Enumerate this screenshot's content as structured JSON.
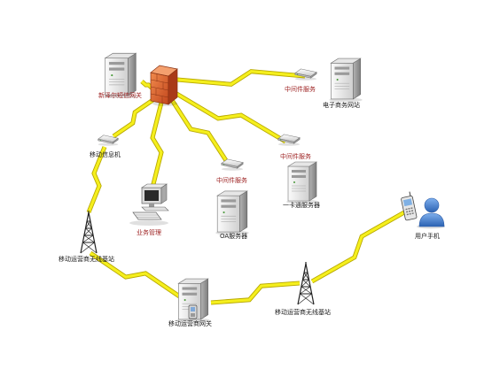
{
  "colors": {
    "bolt": "#f5ef1d",
    "bolt_edge": "#b8a800",
    "server_light": "#f2f2f2",
    "server_dark": "#8f8f8f",
    "firewall": "#d8582a",
    "label_red": "#9c1f1f",
    "label_dark": "#1a1a1a",
    "user_blue": "#3a78c9"
  },
  "nodes": {
    "sms_gateway": {
      "label": "新泽尔短信网关",
      "icon": "server-icon"
    },
    "firewall": {
      "icon": "firewall-icon"
    },
    "middleware_top": {
      "label": "中间件服务",
      "icon": "network-device-icon"
    },
    "ecommerce": {
      "label": "电子商务网站",
      "icon": "server-icon"
    },
    "mobile_info": {
      "label": "移动信息机",
      "icon": "network-device-icon"
    },
    "middleware_right": {
      "label": "中间件服务",
      "icon": "network-device-icon"
    },
    "middleware_mid": {
      "label": "中间件服务",
      "icon": "network-device-icon"
    },
    "card_server": {
      "label": "一卡通服务器",
      "icon": "server-icon"
    },
    "business_mgmt": {
      "label": "业务管理",
      "icon": "workstation-icon"
    },
    "oa_server": {
      "label": "OA服务器",
      "icon": "server-icon"
    },
    "user_phone": {
      "label": "用户手机",
      "icon": "user-phone-icon"
    },
    "base_station_left": {
      "label": "移动运营商无线基站",
      "icon": "antenna-tower-icon"
    },
    "base_station_right": {
      "label": "移动运营商无线基站",
      "icon": "antenna-tower-icon"
    },
    "operator_gateway": {
      "label": "移动运营商网关",
      "icon": "server-icon"
    }
  }
}
